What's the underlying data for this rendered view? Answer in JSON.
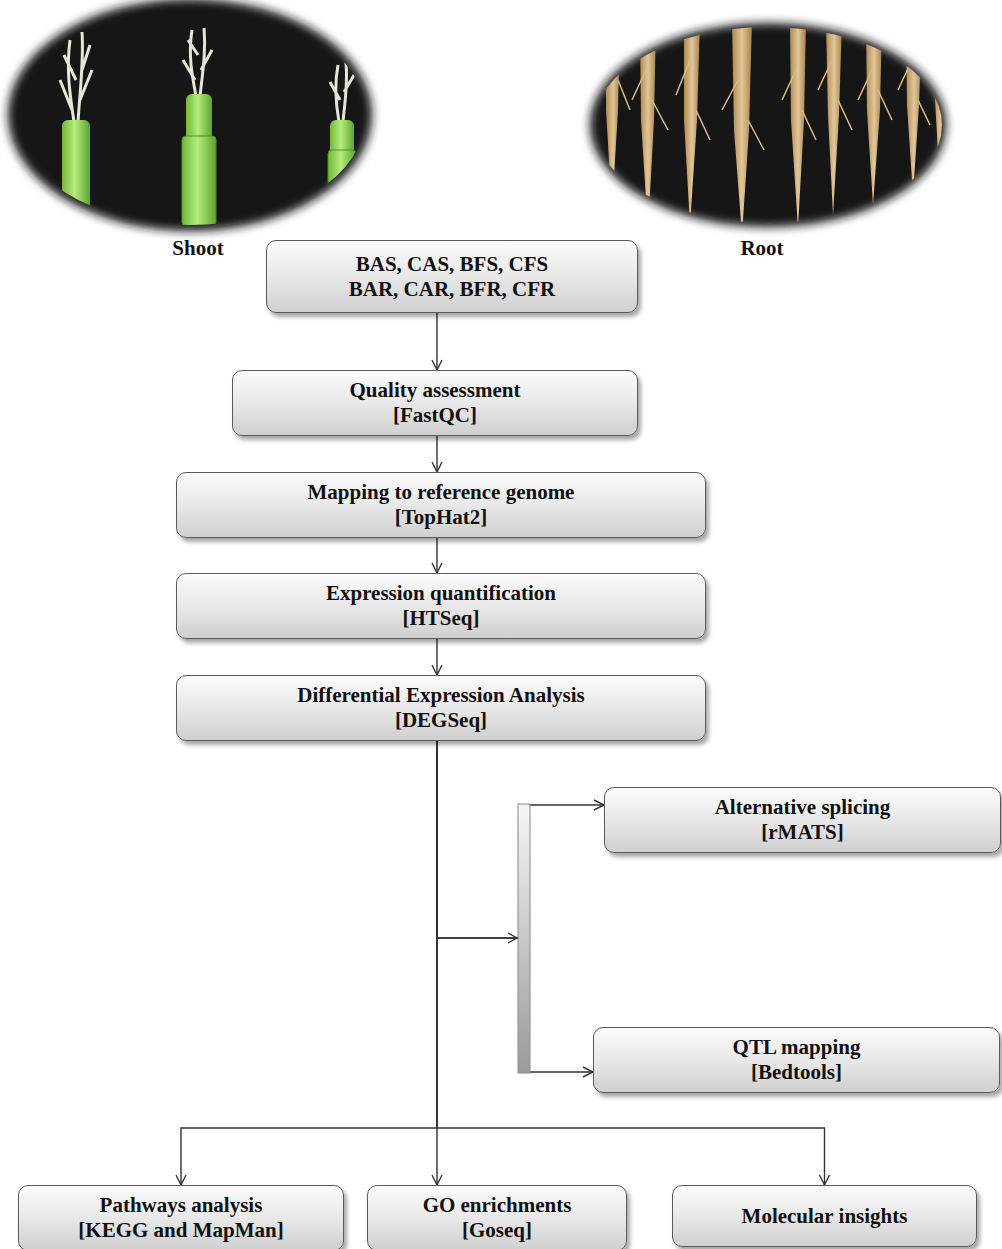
{
  "diagram": {
    "nodes": [
      {
        "text": [
          "BAS, CAS, BFS, CFS",
          "BAR, CAR, BFR, CFR"
        ]
      },
      {
        "text": [
          "Quality assessment",
          "[FastQC]"
        ]
      },
      {
        "text": [
          "Mapping to reference genome",
          "[TopHat2]"
        ]
      },
      {
        "text": [
          "Expression quantification",
          "[HTSeq]"
        ]
      },
      {
        "text": [
          "Differential Expression Analysis",
          "[DEGSeq]"
        ]
      },
      {
        "text": [
          "Alternative splicing",
          "[rMATS]"
        ]
      },
      {
        "text": [
          "QTL mapping",
          "[Bedtools]"
        ]
      },
      {
        "text": [
          "Pathways analysis",
          "[KEGG and MapMan]"
        ]
      },
      {
        "text": [
          "GO enrichments",
          "[Goseq]"
        ]
      },
      {
        "text": [
          "Molecular insights"
        ]
      }
    ],
    "edges": [
      {
        "from": 0,
        "to": 1,
        "arrow": "to"
      },
      {
        "from": 1,
        "to": 2,
        "arrow": "to"
      },
      {
        "from": 2,
        "to": 3,
        "arrow": "to"
      },
      {
        "from": 3,
        "to": 4,
        "arrow": "to"
      },
      {
        "from": 4,
        "to": 5,
        "arrow": "to"
      },
      {
        "from": 4,
        "to": 6,
        "arrow": "to"
      },
      {
        "from": 4,
        "to": 7,
        "arrow": "to"
      },
      {
        "from": 4,
        "to": 8,
        "arrow": "to"
      },
      {
        "from": 4,
        "to": 9,
        "arrow": "to"
      }
    ],
    "labels": [
      "Shoot",
      "Root"
    ]
  }
}
